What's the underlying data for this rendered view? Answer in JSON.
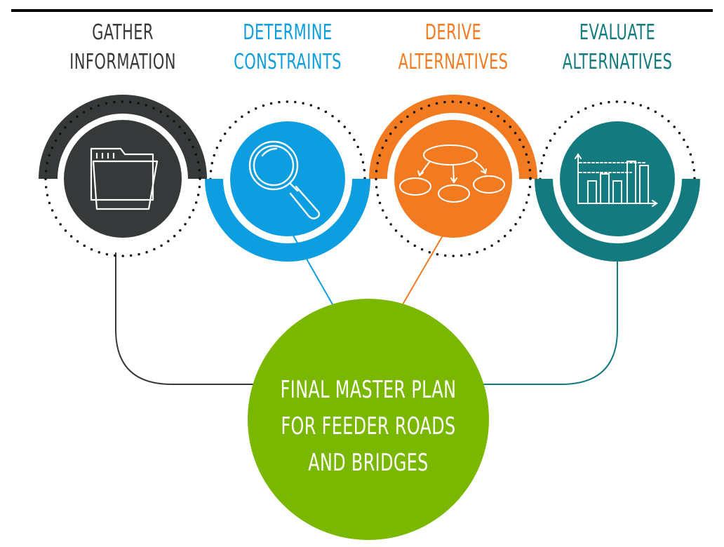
{
  "steps": [
    {
      "id": "gather",
      "line1": "GATHER",
      "line2": "INFORMATION",
      "color": "#36393a",
      "icon": "folder-icon"
    },
    {
      "id": "constraints",
      "line1": "DETERMINE",
      "line2": "CONSTRAINTS",
      "color": "#0c9ee0",
      "icon": "magnifier-icon"
    },
    {
      "id": "derive",
      "line1": "DERIVE",
      "line2": "ALTERNATIVES",
      "color": "#f27b22",
      "icon": "flowchart-icon"
    },
    {
      "id": "evaluate",
      "line1": "EVALUATE",
      "line2": "ALTERNATIVES",
      "color": "#137a7f",
      "icon": "bar-chart-icon"
    }
  ],
  "final": {
    "line1": "FINAL MASTER PLAN",
    "line2": "FOR FEEDER ROADS",
    "line3": "AND BRIDGES",
    "color": "#7ab800"
  },
  "colors": {
    "top_rule": "#000000",
    "dots": "#111111"
  }
}
